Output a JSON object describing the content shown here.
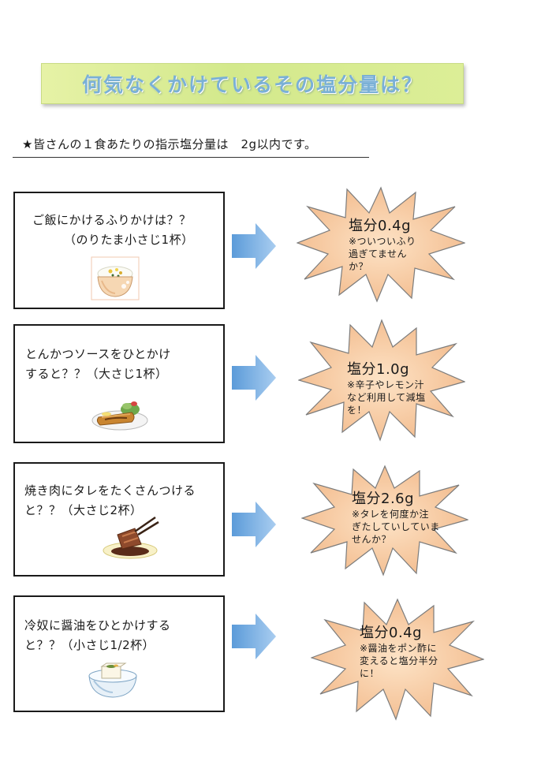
{
  "title": "何気なくかけているその塩分量は？",
  "notice": "★皆さんの１食あたりの指示塩分量は　2g以内です。",
  "items": [
    {
      "question_lines": [
        "ご飯にかけるふりかけは？？",
        "（のりたま小さじ1杯）"
      ],
      "food_icon": "rice-bowl-furikake-icon",
      "salt_amount": "塩分0.4g",
      "note_lines": [
        "※ついついふり",
        "過ぎてません",
        "か？"
      ]
    },
    {
      "question_lines": [
        "とんかつソースをひとかけ",
        "すると？？（大さじ1杯）"
      ],
      "food_icon": "tonkatsu-plate-icon",
      "salt_amount": "塩分1.0g",
      "note_lines": [
        "※辛子やレモン汁",
        "など利用して減塩",
        "を！"
      ]
    },
    {
      "question_lines": [
        "焼き肉にタレをたくさんつける",
        "と？？（大さじ2杯）"
      ],
      "food_icon": "grilled-meat-chopsticks-icon",
      "salt_amount": "塩分2.6g",
      "note_lines": [
        "※タレを何度か注",
        "ぎたしていしていま",
        "せんか？"
      ]
    },
    {
      "question_lines": [
        "冷奴に醤油をひとかけする",
        "と？？（小さじ1/2杯）"
      ],
      "food_icon": "hiyayakko-tofu-icon",
      "salt_amount": "塩分0.4g",
      "note_lines": [
        "※醤油をポン酢に",
        "変えると塩分半分",
        "に！"
      ]
    }
  ],
  "colors": {
    "title_banner": "#d3e98c",
    "title_text": "#7ab0d6",
    "arrow": "#7fb0e2",
    "burst_fill": "#f7c99e",
    "burst_stroke": "#7c7c7c"
  }
}
